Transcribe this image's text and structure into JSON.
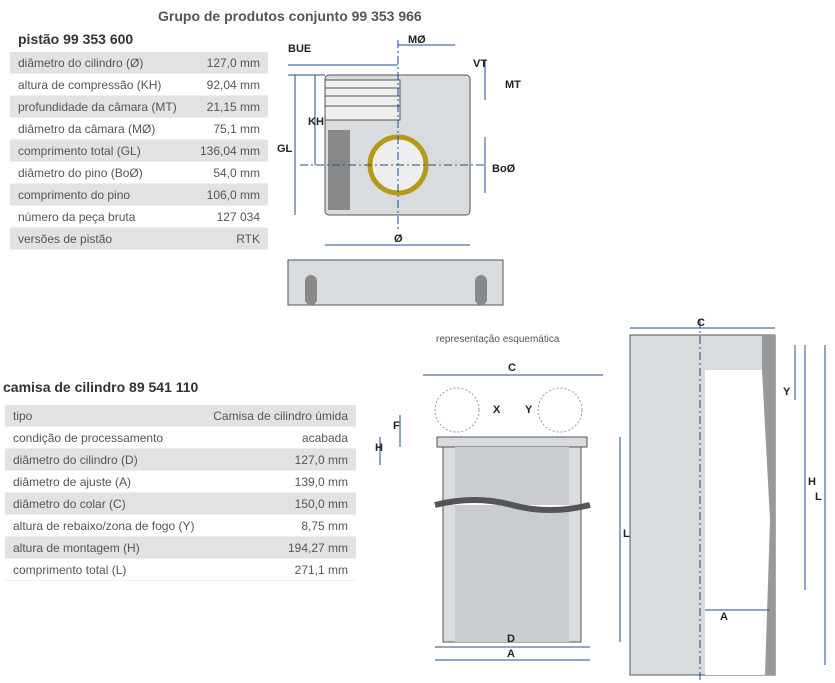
{
  "title": "Grupo de produtos conjunto 99 353 966",
  "piston": {
    "heading": "pistão 99 353 600",
    "rows": [
      {
        "label": "diâmetro do cilindro (Ø)",
        "value": "127,0 mm"
      },
      {
        "label": "altura de compressão (KH)",
        "value": "92,04 mm"
      },
      {
        "label": "profundidade da câmara (MT)",
        "value": "21,15 mm"
      },
      {
        "label": "diâmetro da câmara (MØ)",
        "value": "75,1 mm"
      },
      {
        "label": "comprimento total (GL)",
        "value": "136,04 mm"
      },
      {
        "label": "diâmetro do pino (BoØ)",
        "value": "54,0 mm"
      },
      {
        "label": "comprimento do pino",
        "value": "106,0 mm"
      },
      {
        "label": "número da peça bruta",
        "value": "127 034"
      },
      {
        "label": "versões de pistão",
        "value": "RTK"
      }
    ],
    "diagram_labels": {
      "bue": "BUE",
      "mo": "MØ",
      "vt": "VT",
      "mt": "MT",
      "kh": "KH",
      "gl": "GL",
      "boo": "BoØ",
      "d": "Ø"
    }
  },
  "liner": {
    "heading": "camisa de cilindro 89 541 110",
    "rows": [
      {
        "label": "tipo",
        "value": "Camisa de cilindro úmida"
      },
      {
        "label": "condição de processamento",
        "value": "acabada"
      },
      {
        "label": "diâmetro do cilindro (D)",
        "value": "127,0 mm"
      },
      {
        "label": "diâmetro de ajuste (A)",
        "value": "139,0 mm"
      },
      {
        "label": "diâmetro do colar (C)",
        "value": "150,0 mm"
      },
      {
        "label": "altura de rebaixo/zona de fogo (Y)",
        "value": "8,75 mm"
      },
      {
        "label": "altura de montagem (H)",
        "value": "194,27 mm"
      },
      {
        "label": "comprimento total (L)",
        "value": "271,1 mm"
      }
    ],
    "schematic_caption": "representação esquemática",
    "diagram_labels": {
      "c": "C",
      "f": "F",
      "h": "H",
      "x": "X",
      "y": "Y",
      "l": "L",
      "d": "D",
      "a": "A"
    }
  }
}
